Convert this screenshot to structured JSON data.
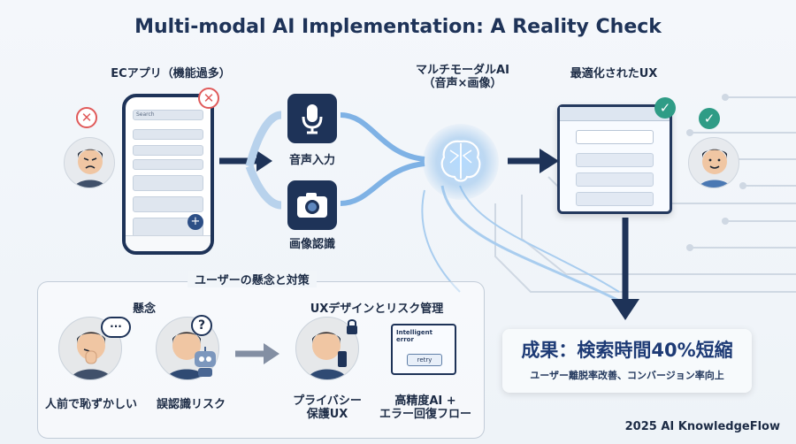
{
  "title": "Multi-modal AI Implementation: A Reality Check",
  "ec_app": {
    "label": "ECアプリ（機能過多）",
    "search": "Search"
  },
  "features": {
    "voice": "音声入力",
    "image": "画像認識"
  },
  "ai": {
    "label_line1": "マルチモーダルAI",
    "label_line2": "（音声×画像）"
  },
  "ux": {
    "label": "最適化されたUX"
  },
  "risk": {
    "title": "ユーザーの懸念と対策",
    "concern_heading": "懸念",
    "solution_heading": "UXデザインとリスク管理",
    "concern_items": [
      "人前で恥ずかしい",
      "誤認識リスク"
    ],
    "solution_items": [
      {
        "line1": "プライバシー",
        "line2": "保護UX"
      },
      {
        "line1": "高精度AI +",
        "line2": "エラー回復フロー"
      }
    ],
    "error_text": "Intelligent error",
    "retry": "retry"
  },
  "result": {
    "main": "成果：検索時間40%短縮",
    "sub": "ユーザー離脱率改善、コンバージョン率向上"
  },
  "footer": "2025 AI KnowledgeFlow",
  "colors": {
    "navy": "#1e3358",
    "accent_blue": "#7fb2e5",
    "check_green": "#2f9c86",
    "x_red": "#e05a5a"
  }
}
